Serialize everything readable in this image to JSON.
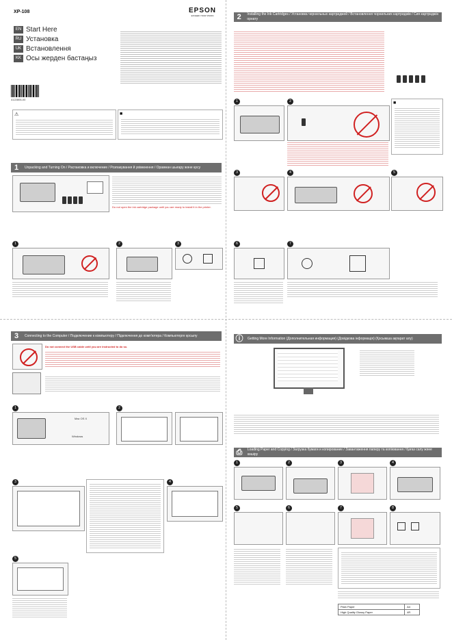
{
  "header": {
    "model": "XP-108",
    "brand": "EPSON",
    "brand_tagline": "EXCEED YOUR VISION"
  },
  "languages": [
    {
      "code": "EN",
      "name": "Start Here"
    },
    {
      "code": "RU",
      "name": "Установка"
    },
    {
      "code": "UK",
      "name": "Встановлення"
    },
    {
      "code": "KK",
      "name": "Осы жерден бастаңыз"
    }
  ],
  "barcode_number": "4122806-00",
  "sections": {
    "s1_title": "Unpacking and Turning On / Распаковка и включение / Розпакування й увімкнення / Орамнан шығару және қосу",
    "s2_title": "Installing the Ink Cartridges / Установка чернильных картриджей / Встановлення чорнильних картриджів / Сия картриджін орнату",
    "s3_title": "Connecting to the Computer / Подключение к компьютеру / Підключення до комп'ютера / Компьютерге қосылу",
    "info_title": "Getting More Information (Дополнительная информация) (Довідкова інформація) (Қосымша ақпарат алу)",
    "copy_title": "Loading Paper and Copying / Загрузка бумаги и копирование / Завантаження паперу та копіювання / Қағаз салу және көшіру"
  },
  "texts": {
    "caution": "Do not connect the USB cable until you are instructed to do so.",
    "windows": "Windows",
    "macos": "Mac OS X",
    "ink_note": "Do not open the ink cartridge package until you are ready to install it in the printer.",
    "table_row1_a": "Plain Paper",
    "table_row1_b": "A4",
    "table_row2_a": "High Quality Glossy Paper",
    "table_row2_b": "4R"
  },
  "steps": {
    "s1": [
      "1",
      "2",
      "3"
    ],
    "s2": [
      "1",
      "2",
      "3",
      "4",
      "5",
      "6",
      "7"
    ],
    "s3": [
      "1",
      "2",
      "3",
      "4",
      "5"
    ],
    "copy": [
      "1",
      "2",
      "3",
      "4",
      "5",
      "6",
      "7",
      "8"
    ]
  },
  "colors": {
    "header_gray": "#6e6e6e",
    "warning_red": "#d02020"
  }
}
